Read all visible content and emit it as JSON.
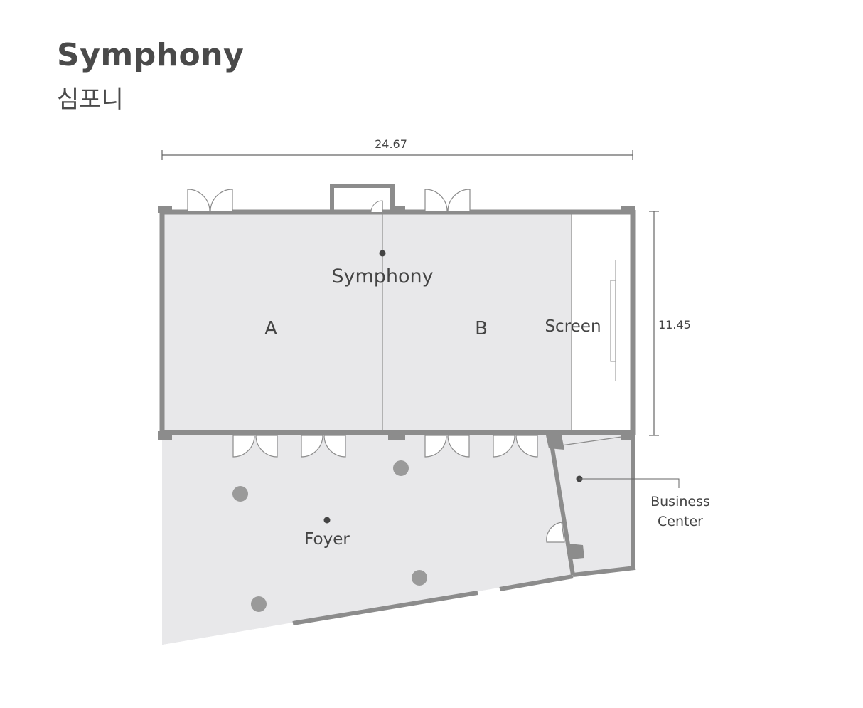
{
  "header": {
    "title": "Symphony",
    "subtitle": "심포니"
  },
  "dimensions": {
    "width": "24.67",
    "height": "11.45"
  },
  "labels": {
    "room_name": "Symphony",
    "section_a": "A",
    "section_b": "B",
    "screen": "Screen",
    "foyer": "Foyer",
    "business_center_line1": "Business",
    "business_center_line2": "Center"
  },
  "colors": {
    "wall": "#8c8c8c",
    "floor": "#e8e8ea",
    "text": "#444444"
  }
}
